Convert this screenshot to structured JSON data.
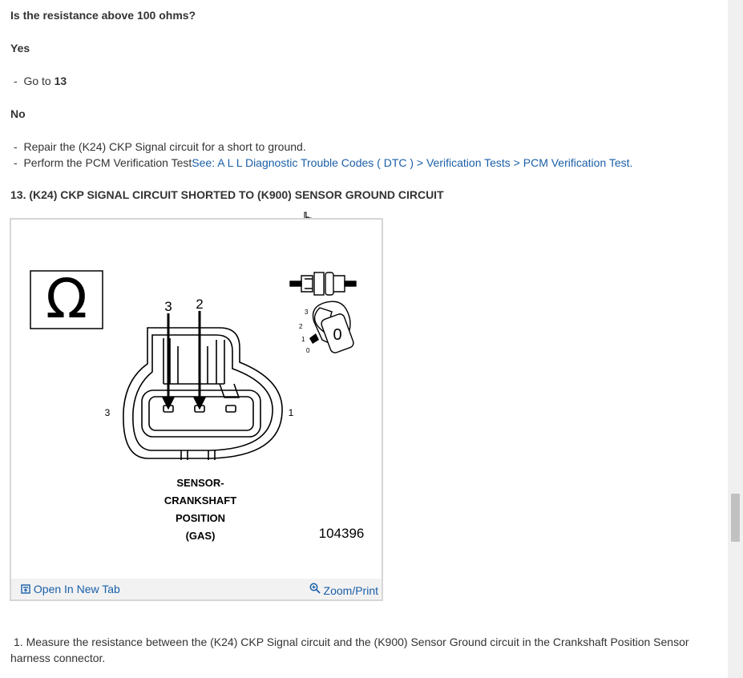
{
  "steps": {
    "question": "Is the resistance above 100 ohms?",
    "yes_label": "Yes",
    "yes_action_prefix": "Go to",
    "yes_action_step": "13",
    "no_label": "No",
    "no_action_1": "Repair the (K24) CKP Signal circuit for a short to ground.",
    "no_action_2_prefix": "Perform the PCM Verification Test",
    "no_action_2_link": "See: A L L Diagnostic Trouble Codes ( DTC ) > Verification Tests > PCM Verification Test.",
    "bullet": "-",
    "step13_title": "13. (K24) CKP SIGNAL CIRCUIT SHORTED TO (K900) SENSOR GROUND CIRCUIT",
    "step13_instruction_line1": "1. Measure the resistance between the (K24) CKP Signal circuit and the (K900) Sensor Ground circuit in the Crankshaft Position Sensor",
    "step13_instruction_line2": "harness connector."
  },
  "figure": {
    "ohm_symbol": "Ω",
    "pin_label_3_top": "3",
    "pin_label_2_top": "2",
    "side_label_left": "3",
    "side_label_right": "1",
    "key_position_3": "3",
    "key_position_2": "2",
    "key_position_1": "1",
    "key_position_0": "0",
    "key_face": "0",
    "caption_line1": "SENSOR-",
    "caption_line2": "CRANKSHAFT",
    "caption_line3": "POSITION",
    "caption_line4": "(GAS)",
    "figure_number": "104396",
    "open_tab_label": "Open In New Tab",
    "zoom_label": "Zoom/Print"
  },
  "colors": {
    "link": "#1a5fa8",
    "text": "#333333"
  }
}
